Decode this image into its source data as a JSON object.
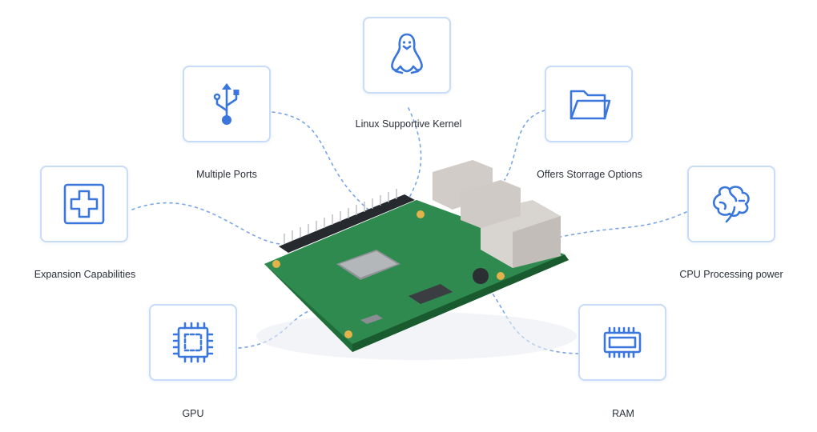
{
  "features": [
    {
      "id": "linux",
      "label": "Linux Supportive Kernel",
      "icon": "linux-penguin-icon"
    },
    {
      "id": "ports",
      "label": "Multiple Ports",
      "icon": "usb-icon"
    },
    {
      "id": "storage",
      "label": "Offers Storrage Options",
      "icon": "folder-icon"
    },
    {
      "id": "expansion",
      "label": "Expansion Capabilities",
      "icon": "plus-cross-icon"
    },
    {
      "id": "cpu",
      "label": "CPU Processing power",
      "icon": "brain-icon"
    },
    {
      "id": "gpu",
      "label": "GPU",
      "icon": "chip-icon"
    },
    {
      "id": "ram",
      "label": "RAM",
      "icon": "ram-module-icon"
    }
  ],
  "colors": {
    "accent": "#3a76db",
    "card_border": "#c8dcf7",
    "connector": "#7aa6e6",
    "board_green": "#2f8a4f"
  }
}
